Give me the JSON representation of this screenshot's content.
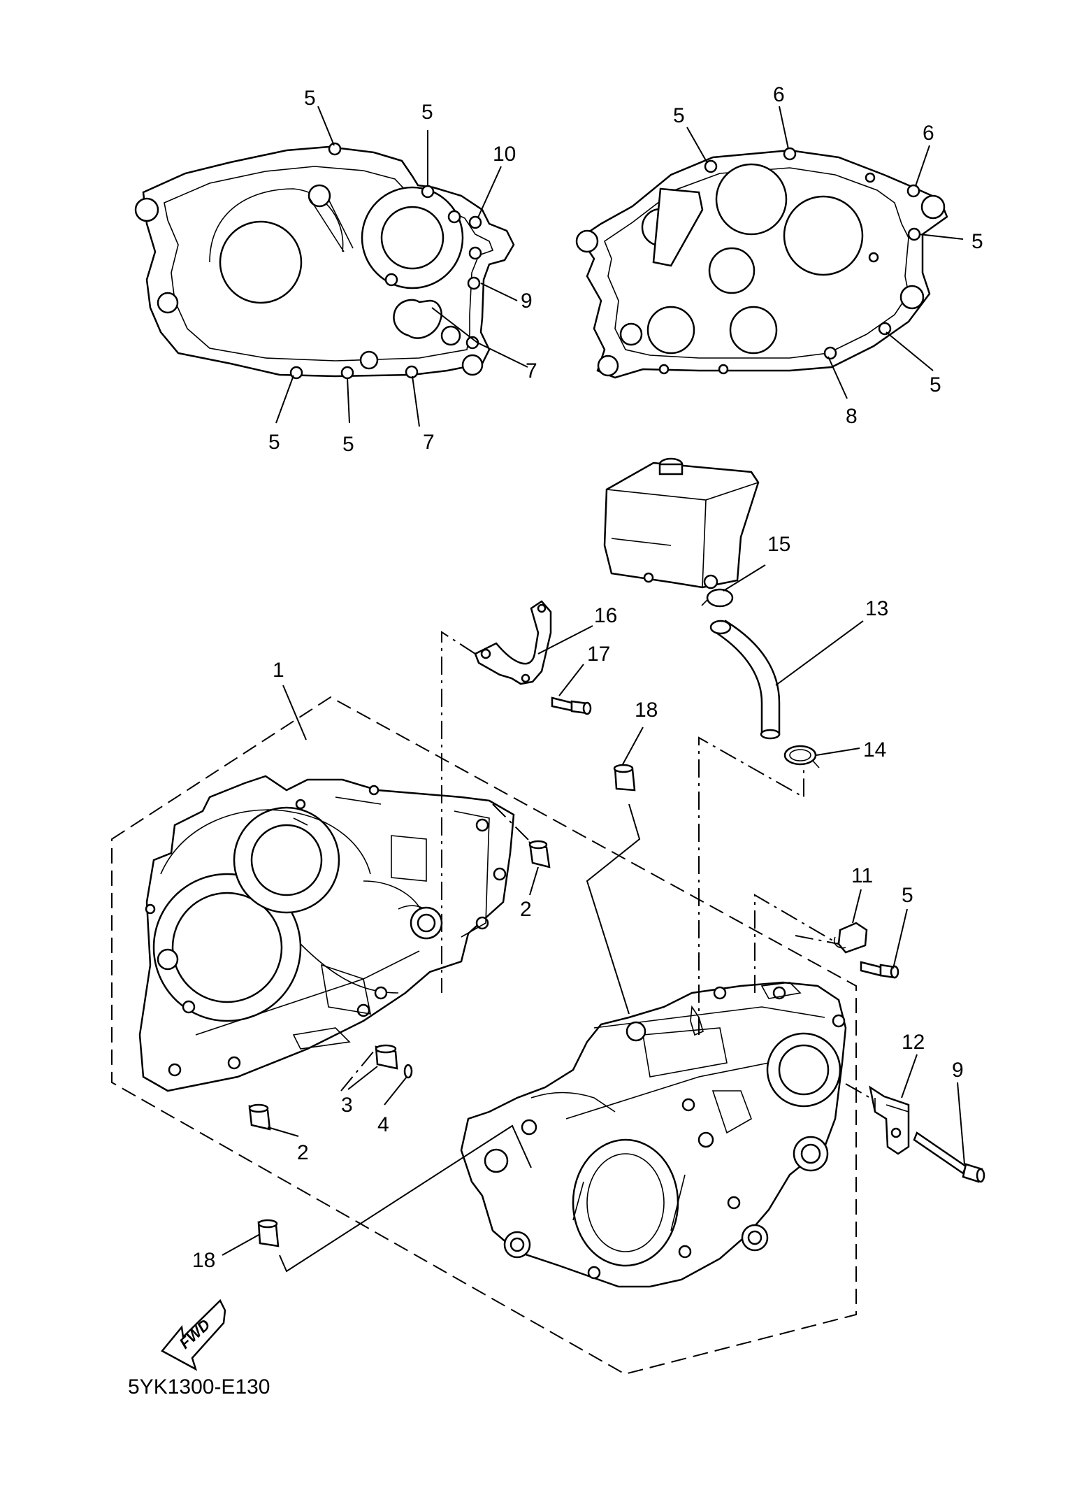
{
  "diagram": {
    "code": "5YK1300-E130",
    "fwd_label": "FWD"
  },
  "callouts": [
    "5",
    "5",
    "10",
    "9",
    "7",
    "7",
    "5",
    "5",
    "5",
    "5",
    "6",
    "6",
    "5",
    "5",
    "8",
    "15",
    "13",
    "16",
    "17",
    "1",
    "18",
    "14",
    "2",
    "11",
    "5",
    "3",
    "4",
    "2",
    "12",
    "9",
    "18"
  ]
}
